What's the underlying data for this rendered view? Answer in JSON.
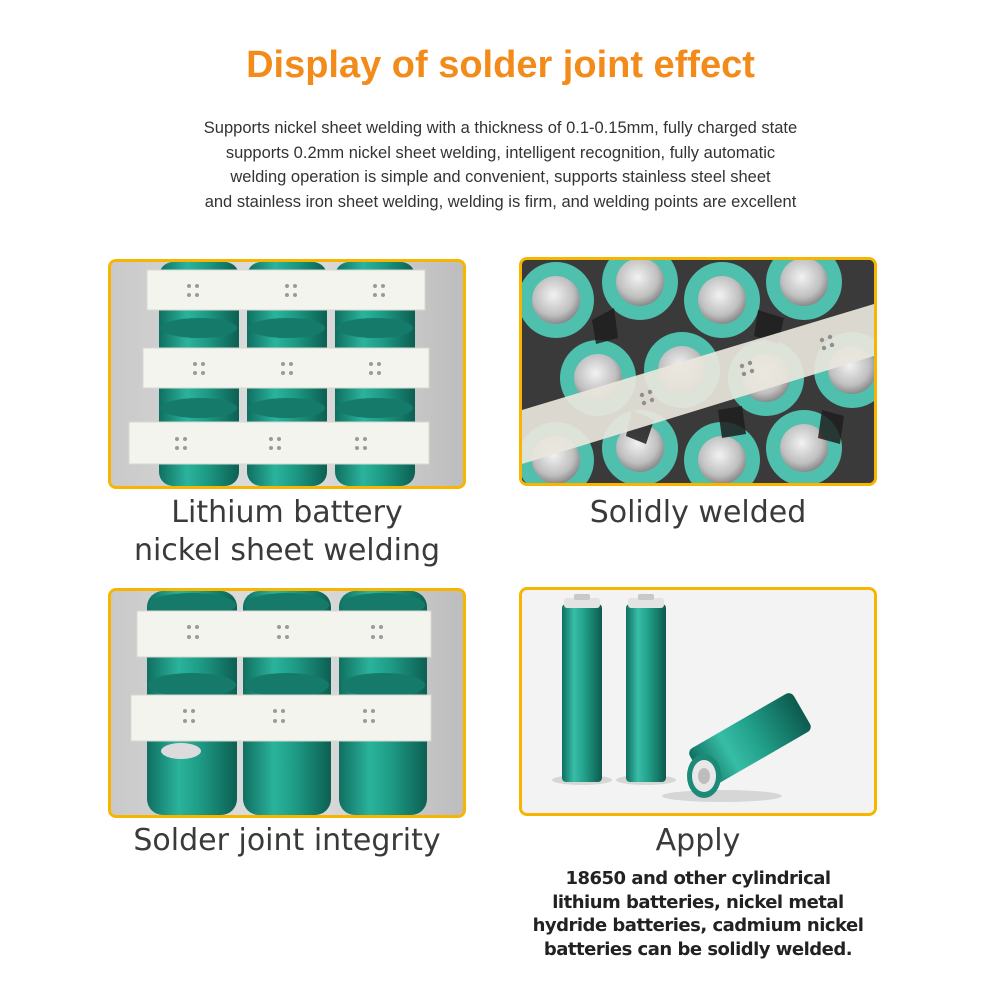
{
  "header": {
    "title": "Display of solder joint effect",
    "subtitle_lines": [
      "Supports nickel sheet welding with a thickness of 0.1-0.15mm, fully charged state",
      "supports 0.2mm nickel sheet welding, intelligent recognition, fully automatic",
      "welding operation is simple and convenient, supports stainless steel sheet",
      "and stainless iron sheet welding, welding is firm, and welding points are excellent"
    ]
  },
  "panels": {
    "top_left": {
      "caption_lines": [
        "Lithium battery",
        "nickel sheet welding"
      ]
    },
    "top_right": {
      "caption": "Solidly welded"
    },
    "bottom_left": {
      "caption": "Solder joint integrity"
    },
    "bottom_right": {
      "caption": "Apply",
      "description_lines": [
        "18650 and other cylindrical",
        "lithium batteries, nickel metal",
        "hydride batteries, cadmium nickel",
        "batteries can be solidly welded."
      ]
    }
  },
  "colors": {
    "accent": "#f28b1a",
    "frame": "#f7b500",
    "battery_green": "#1f9a86"
  }
}
